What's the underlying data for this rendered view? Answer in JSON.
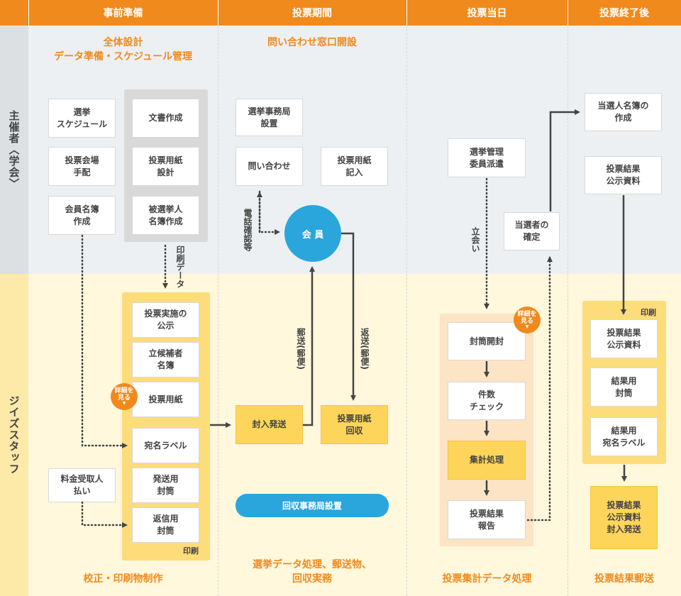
{
  "header": {
    "c1": "事前準備",
    "c2": "投票期間",
    "c3": "投票当日",
    "c4": "投票終了後"
  },
  "rows": {
    "top": "主催者〈学会〉",
    "bottom": "ジイズスタッフ"
  },
  "titles": {
    "c1_top": "全体設計\nデータ準備・スケジュール管理",
    "c2_top": "問い合わせ窓口開設",
    "c1_bottom": "校正・印刷物制作",
    "c2_bottom": "選挙データ処理、郵送物、\n回収実務",
    "c3_bottom": "投票集計データ処理",
    "c4_bottom": "投票結果郵送"
  },
  "boxes": {
    "election_schedule": "選挙\nスケジュール",
    "venue": "投票会場\n手配",
    "member_list": "会員名簿\n作成",
    "doc_create": "文書作成",
    "ballot_design": "投票用紙\n設計",
    "candidate_list": "被選挙人\n名簿作成",
    "office_setup": "選挙事務局\n設置",
    "inquiry": "問い合わせ",
    "ballot_fill": "投票用紙\n記入",
    "member": "会 員",
    "admin_dispatch": "選挙管理\n委員派遣",
    "winner_confirm": "当選者の\n確定",
    "winner_list": "当選人名簿の\n作成",
    "result_doc_top": "投票結果\n公示資料",
    "notice": "投票実施の\n公示",
    "candidate_roster": "立候補者\n名簿",
    "ballot": "投票用紙",
    "address_label": "宛名ラベル",
    "send_envelope": "発送用\n封筒",
    "return_envelope": "返信用\n封筒",
    "fee_payment": "料金受取人\n払い",
    "enclose_send": "封入発送",
    "ballot_collect": "投票用紙\n回収",
    "collection_office": "回収事務局設置",
    "open_envelope": "封筒開封",
    "count_check": "件数\nチェック",
    "tally": "集計処理",
    "result_report": "投票結果\n報告",
    "result_doc_bottom": "投票結果\n公示資料",
    "result_envelope": "結果用\n封筒",
    "result_label": "結果用\n宛名ラベル",
    "result_send": "投票結果\n公示資料\n封入発送"
  },
  "labels": {
    "print_data": "印刷データ",
    "phone_confirm": "電話確認等",
    "mail_send": "郵送(郵便)",
    "mail_return": "返送(郵便)",
    "witness": "立会い",
    "print1": "印刷",
    "print2": "印刷",
    "details": "詳細を\n見る",
    "details_arrow": "▼"
  },
  "colors": {
    "accent": "#f08a1c",
    "blue": "#2aa6dd",
    "yellow": "#fdd55a"
  }
}
